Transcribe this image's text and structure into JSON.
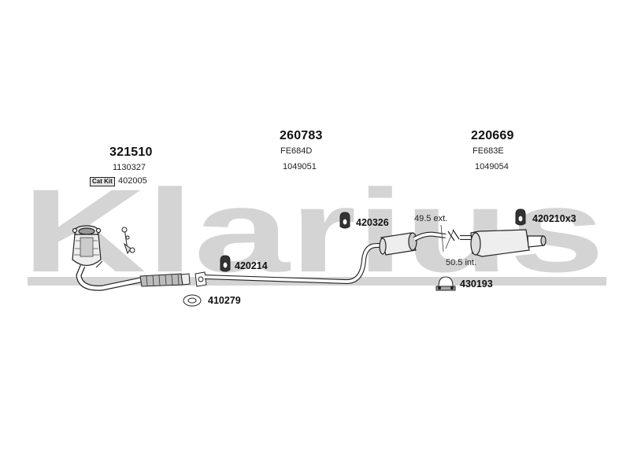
{
  "watermark": {
    "text": "Klarius",
    "color": "#d4d4d4"
  },
  "parts": {
    "catalyst": {
      "number": "321510",
      "ref": "1130327",
      "kit_label": "Cat Kit",
      "kit_number": "402005"
    },
    "center_silencer": {
      "number": "260783",
      "code": "FE684D",
      "ref": "1049051"
    },
    "rear_silencer": {
      "number": "220669",
      "code": "FE683E",
      "ref": "1049054"
    }
  },
  "fittings": {
    "f420326": "420326",
    "f420210": "420210x3",
    "f420214": "420214",
    "f410279": "410279",
    "f430193": "430193"
  },
  "dimensions": {
    "ext": "49.5 ext.",
    "int": "50.5 int."
  }
}
